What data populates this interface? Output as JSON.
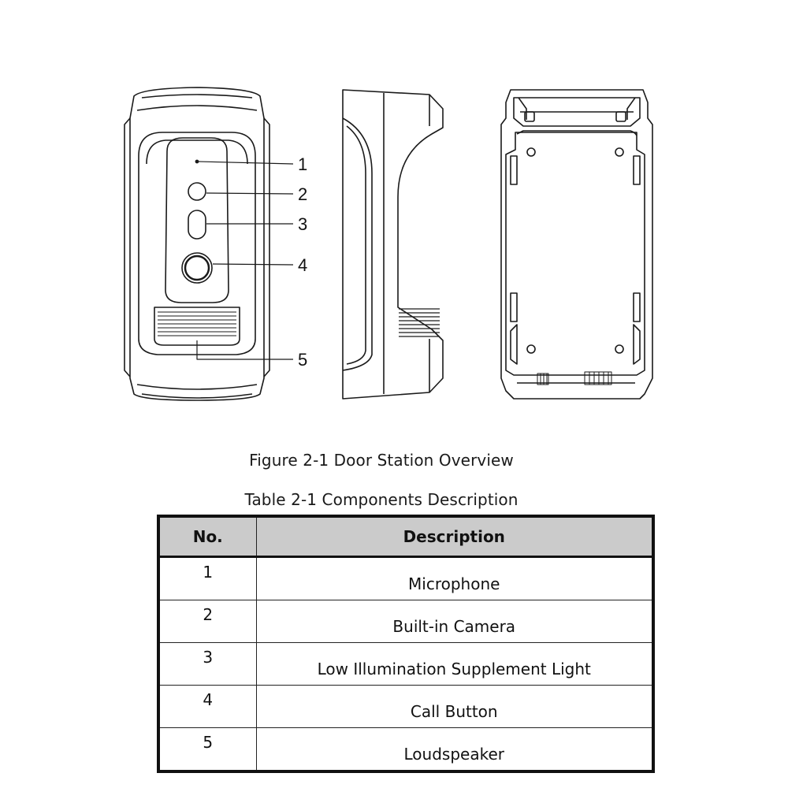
{
  "figure": {
    "callouts": [
      "1",
      "2",
      "3",
      "4",
      "5"
    ],
    "caption": "Figure 2-1 Door Station Overview"
  },
  "table": {
    "caption": "Table 2-1 Components Description",
    "headers": [
      "No.",
      "Description"
    ],
    "rows": [
      {
        "no": "1",
        "description": "Microphone"
      },
      {
        "no": "2",
        "description": "Built-in Camera"
      },
      {
        "no": "3",
        "description": "Low Illumination Supplement Light"
      },
      {
        "no": "4",
        "description": "Call Button"
      },
      {
        "no": "5",
        "description": "Loudspeaker"
      }
    ]
  }
}
